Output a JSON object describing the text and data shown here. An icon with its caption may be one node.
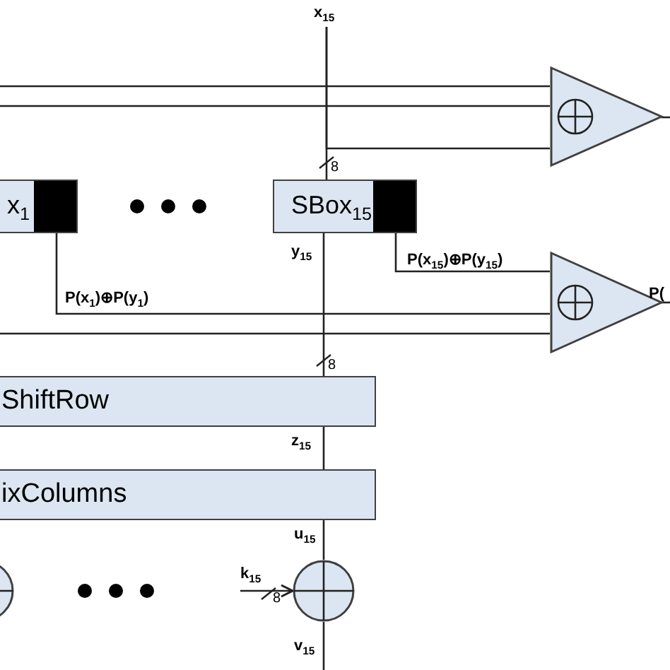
{
  "diagram": {
    "nodes": [
      {
        "text": [
          "x$_{15}$"
        ]
      },
      {
        "text": [],
        "shape": "triangle"
      },
      {
        "text": [
          "x$_{1}$"
        ]
      },
      {
        "text": [
          "SBox$_{15}$"
        ]
      },
      {
        "text": [],
        "shape": "triangle",
        "beside": [
          "P("
        ]
      },
      {
        "text": [
          "ShiftRow"
        ]
      },
      {
        "text": [
          "ixColumns"
        ]
      },
      {
        "text": [],
        "shape": "circle"
      },
      {
        "text": [],
        "shape": "circle"
      }
    ],
    "edges": [
      {
        "from": 0,
        "to": 3,
        "arrow": "none"
      },
      {
        "from": 0,
        "to": 1,
        "arrow": "none"
      },
      {
        "from": null,
        "to": 1,
        "arrow": "none"
      },
      {
        "from": null,
        "to": 1,
        "arrow": "none"
      },
      {
        "from": 1,
        "to": null,
        "arrow": "none"
      },
      {
        "from": 2,
        "to": 4,
        "arrow": "none",
        "label": "P(x$_{1}$)⊕P(y$_{1}$)"
      },
      {
        "from": 3,
        "to": 4,
        "arrow": "none",
        "label": "P(x$_{15}$)⊕P(y$_{15}$)"
      },
      {
        "from": null,
        "to": 4,
        "arrow": "none"
      },
      {
        "from": 4,
        "to": null,
        "arrow": "none"
      },
      {
        "from": 3,
        "to": 5,
        "arrow": "none",
        "label": "y$_{15}$"
      },
      {
        "from": 5,
        "to": 6,
        "arrow": "none",
        "label": "z$_{15}$"
      },
      {
        "from": 6,
        "to": 8,
        "arrow": "none",
        "label": "u$_{15}$"
      },
      {
        "from": null,
        "to": 8,
        "arrow": "to",
        "label": "k$_{15}$"
      },
      {
        "from": 8,
        "to": null,
        "arrow": "none",
        "label": "v$_{15}$"
      }
    ],
    "labels": [
      "8",
      "8",
      "8"
    ]
  }
}
